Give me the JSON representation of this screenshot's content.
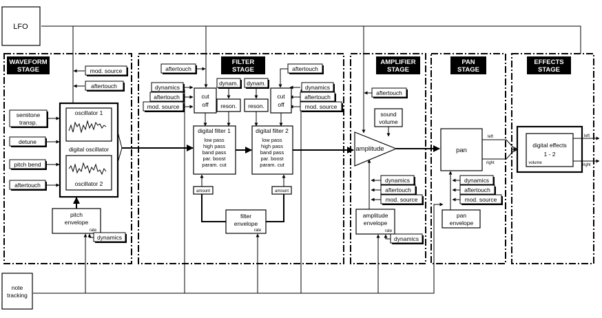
{
  "lfo": "LFO",
  "note_tracking": [
    "note",
    "tracking"
  ],
  "stages": {
    "waveform": [
      "WAVEFORM",
      "STAGE"
    ],
    "filter": [
      "FILTER",
      "STAGE"
    ],
    "amplifier": [
      "AMPLIFIER",
      "STAGE"
    ],
    "pan": [
      "PAN",
      "STAGE"
    ],
    "effects": [
      "EFFECTS",
      "STAGE"
    ]
  },
  "waveform": {
    "mod_source": "mod. source",
    "aftertouch_top": "aftertouch",
    "semitone": [
      "semitone",
      "transp."
    ],
    "detune": "detune",
    "pitch_bend": "pitch bend",
    "aftertouch": "aftertouch",
    "osc1": "oscillator 1",
    "digital_osc": "digital oscillator",
    "osc2": "oscillator 2",
    "pitch_env": [
      "pitch",
      "envelope"
    ],
    "rate": "rate",
    "dynamics": "dynamics"
  },
  "filter": {
    "aftertouch_left": "aftertouch",
    "aftertouch_right": "aftertouch",
    "left_mods": [
      "dynamics",
      "aftertouch",
      "mod. source"
    ],
    "right_mods": [
      "dynamics",
      "aftertouch",
      "mod. source"
    ],
    "dynam": "dynam.",
    "reson": "reson.",
    "cutoff": [
      "cut",
      "off"
    ],
    "filter1_title": "digital filter 1",
    "filter2_title": "digital filter 2",
    "filter_types": [
      "low pass",
      "high pass",
      "band pass",
      "par. boost",
      "param. cut"
    ],
    "amount": "amount",
    "filter_env": [
      "filter",
      "envelope"
    ],
    "rate": "rate"
  },
  "amplifier": {
    "aftertouch": "aftertouch",
    "sound_volume": [
      "sound",
      "volume"
    ],
    "amplitude": "amplitude",
    "mods": [
      "dynamics",
      "aftertouch",
      "mod. source"
    ],
    "amp_env": [
      "amplitude",
      "envelope"
    ],
    "rate": "rate",
    "dynamics": "dynamics"
  },
  "pan": {
    "pan": "pan",
    "left": "left",
    "right": "right",
    "mods": [
      "dynamics",
      "aftertouch",
      "mod. source"
    ],
    "pan_env": [
      "pan",
      "envelope"
    ]
  },
  "effects": {
    "title": [
      "digital effects",
      "1  -  2"
    ],
    "volume": "volume",
    "left": "left",
    "right": "right"
  }
}
